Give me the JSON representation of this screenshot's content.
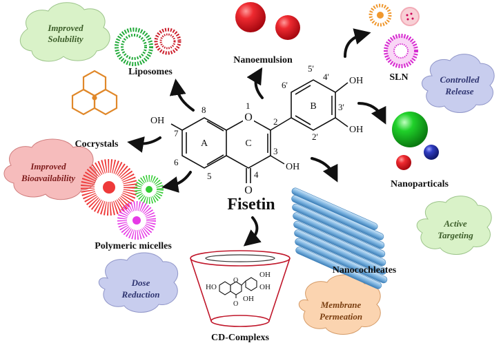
{
  "center": {
    "title": "Fisetin",
    "ring_labels": [
      "A",
      "B",
      "C"
    ],
    "atom_numbers": [
      "1",
      "2",
      "3",
      "4",
      "5",
      "6",
      "7",
      "8",
      "2'",
      "3'",
      "4'",
      "5'",
      "6'"
    ],
    "groups": [
      "OH",
      "OH",
      "OH",
      "OH",
      "O",
      "O"
    ]
  },
  "formulations": {
    "liposomes": "Liposomes",
    "nanoemulsion": "Nanoemulsion",
    "sln": "SLN",
    "cocrystals": "Cocrystals",
    "nanoparticals": "Nanoparticals",
    "polymeric_micelles": "Polymeric micelles",
    "nanocochleates": "Nanocochleates",
    "cd_complex": "CD-Complexs"
  },
  "benefits": {
    "improved_solubility": [
      "Improved",
      "Solubility"
    ],
    "controlled_release": [
      "Controlled",
      "Release"
    ],
    "improved_bioavailability": [
      "Improved",
      "Bioavailability"
    ],
    "active_targeting": [
      "Active",
      "Targeting"
    ],
    "dose_reduction": [
      "Dose",
      "Reduction"
    ],
    "membrane_permeation": [
      "Membrane",
      "Permeation"
    ]
  },
  "mini_structure": {
    "groups": [
      "HO",
      "OH",
      "OH",
      "OH",
      "O",
      "O"
    ]
  },
  "colors": {
    "cloud_green": "#d9f2c8",
    "cloud_blue": "#c8cdee",
    "cloud_red": "#f6bcbc",
    "cloud_orange": "#fbd4b0",
    "sphere_red": "#e4141c",
    "sphere_green": "#18c21e",
    "sphere_blue": "#2430a8",
    "liposome_green": "#22aa3a",
    "liposome_red": "#cc1f2c",
    "sln_orange": "#f0982e",
    "sln_pink": "#f2aab6",
    "sln_magenta": "#d62ad0",
    "cocrystal_orange": "#e0882a",
    "micelle_red": "#ee3a3a",
    "micelle_green": "#33cc33",
    "micelle_magenta": "#e63ae6",
    "nanocochleate_blue": "#7fb6e2",
    "cup_red": "#c0162a"
  },
  "icons": [
    "arrow-icon",
    "liposome-icon",
    "nanoemulsion-droplet-icon",
    "sln-icon",
    "cocrystal-icon",
    "nanoparticle-icon",
    "micelle-icon",
    "nanocochleate-icon",
    "cyclodextrin-cup-icon",
    "cloud-icon"
  ]
}
